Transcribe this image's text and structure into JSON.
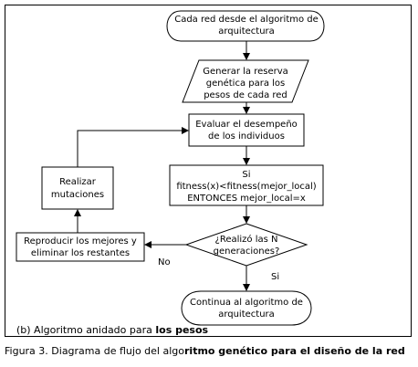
{
  "diagram": {
    "nodes": {
      "start": [
        "Cada red desde el algoritmo de",
        "arquitectura"
      ],
      "generate": [
        "Generar la reserva",
        "genética para los",
        "pesos de cada red"
      ],
      "evaluate": [
        "Evaluar el desempeño",
        "de los individuos"
      ],
      "condition": [
        "Si",
        "fitness(x)<fitness(mejor_local)",
        "ENTONCES mejor_local=x"
      ],
      "decision": [
        "¿Realizó las N",
        "generaciones?"
      ],
      "reproduce": [
        "Reproducir los mejores y",
        "eliminar los restantes"
      ],
      "mutate": [
        "Realizar",
        "mutaciones"
      ],
      "end": [
        "Continua al algoritmo de",
        "arquitectura"
      ]
    },
    "edge_labels": {
      "no": "No",
      "yes": "Si"
    }
  },
  "captions": {
    "subfigure_prefix": "(b) Algoritmo anidado para ",
    "subfigure_bold": "los pesos",
    "figure_prefix": "Figura 3. Diagrama de flujo del algo",
    "figure_bold": "ritmo genético para el diseño de la red"
  },
  "colors": {
    "stroke": "#000000",
    "background": "#ffffff"
  }
}
